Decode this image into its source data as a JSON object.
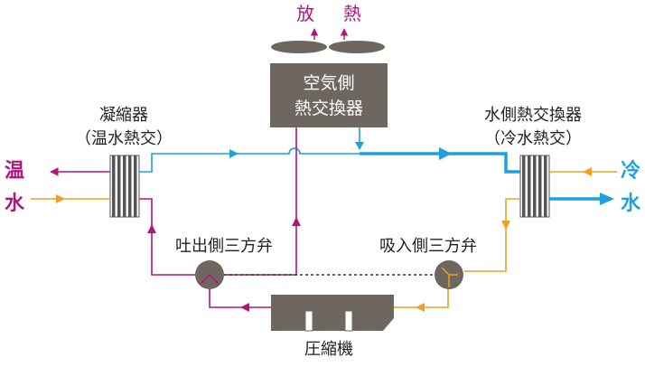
{
  "labels": {
    "release_char1": "放",
    "release_char2": "熱",
    "air_hx_line1": "空気側",
    "air_hx_line2": "熱交換器",
    "condenser_line1": "凝縮器",
    "condenser_line2": "（温水熱交）",
    "water_hx_line1": "水側熱交換器",
    "water_hx_line2": "（冷水熱交）",
    "warm_char1": "温",
    "warm_char2": "水",
    "cold_char1": "冷",
    "cold_char2": "水",
    "discharge_valve": "吐出側三方弁",
    "suction_valve": "吸入側三方弁",
    "compressor": "圧縮機"
  },
  "colors": {
    "magenta": "#b0157e",
    "blue": "#1ea0dc",
    "orange": "#f0a020",
    "gray_component": "#6e6760",
    "black": "#222222"
  }
}
